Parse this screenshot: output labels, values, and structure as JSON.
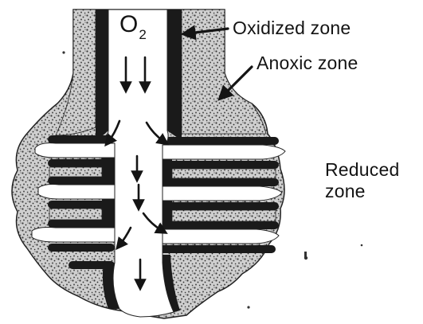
{
  "labels": {
    "o2_main": "O",
    "o2_sub": "2",
    "oxidized_zone": "Oxidized zone",
    "anoxic_zone": "Anoxic zone",
    "reduced_zone_line1": "Reduced",
    "reduced_zone_line2": "zone"
  },
  "colors": {
    "ink": "#141414",
    "background": "#ffffff",
    "sediment_stipple": "#8a8a8a",
    "burrow_interior": "#ffffff",
    "oxidized_lining": "#1a1a1a"
  },
  "icons": {
    "flow_arrow": "arrow-down-icon",
    "pointer": "pointer-arrow-icon"
  }
}
